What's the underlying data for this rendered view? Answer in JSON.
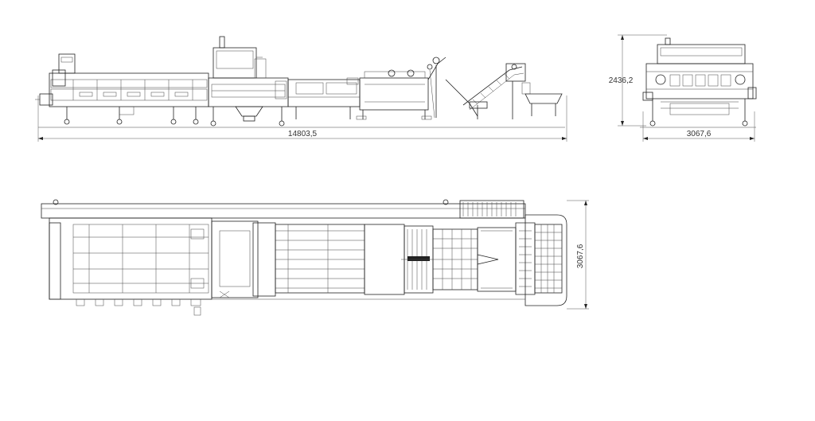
{
  "dimensions": {
    "side_length": "14803,5",
    "end_height": "2436,2",
    "end_width": "3067,6",
    "top_width": "3067,6"
  }
}
